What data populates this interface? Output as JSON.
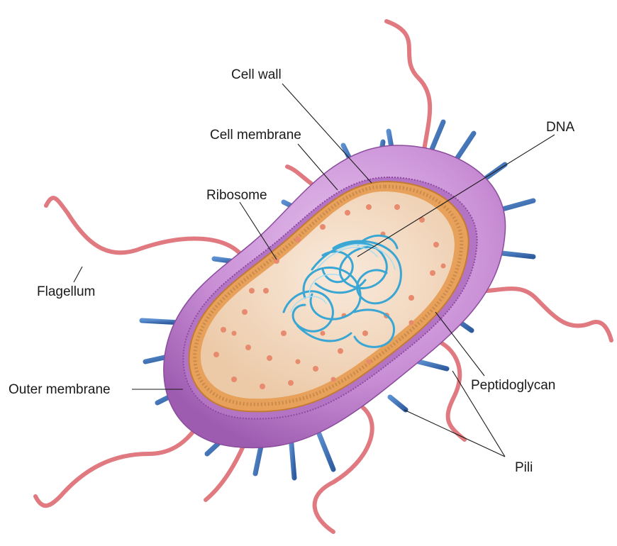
{
  "labels": {
    "cell_wall": "Cell wall",
    "cell_membrane": "Cell membrane",
    "dna": "DNA",
    "ribosome": "Ribosome",
    "flagellum": "Flagellum",
    "outer_membrane": "Outer membrane",
    "peptidoglycan": "Peptidoglycan",
    "pili": "Pili"
  },
  "colors": {
    "outer_membrane": "#c98fd6",
    "outer_membrane_shade": "#9e5cb0",
    "peptidoglycan": "#e8a15a",
    "cell_membrane": "#d6893f",
    "cytoplasm": "#f3dcc6",
    "ribosome": "#e88a6e",
    "dna": "#3aa6d4",
    "pili": "#3f6fb2",
    "flagella": "#e07a80"
  }
}
